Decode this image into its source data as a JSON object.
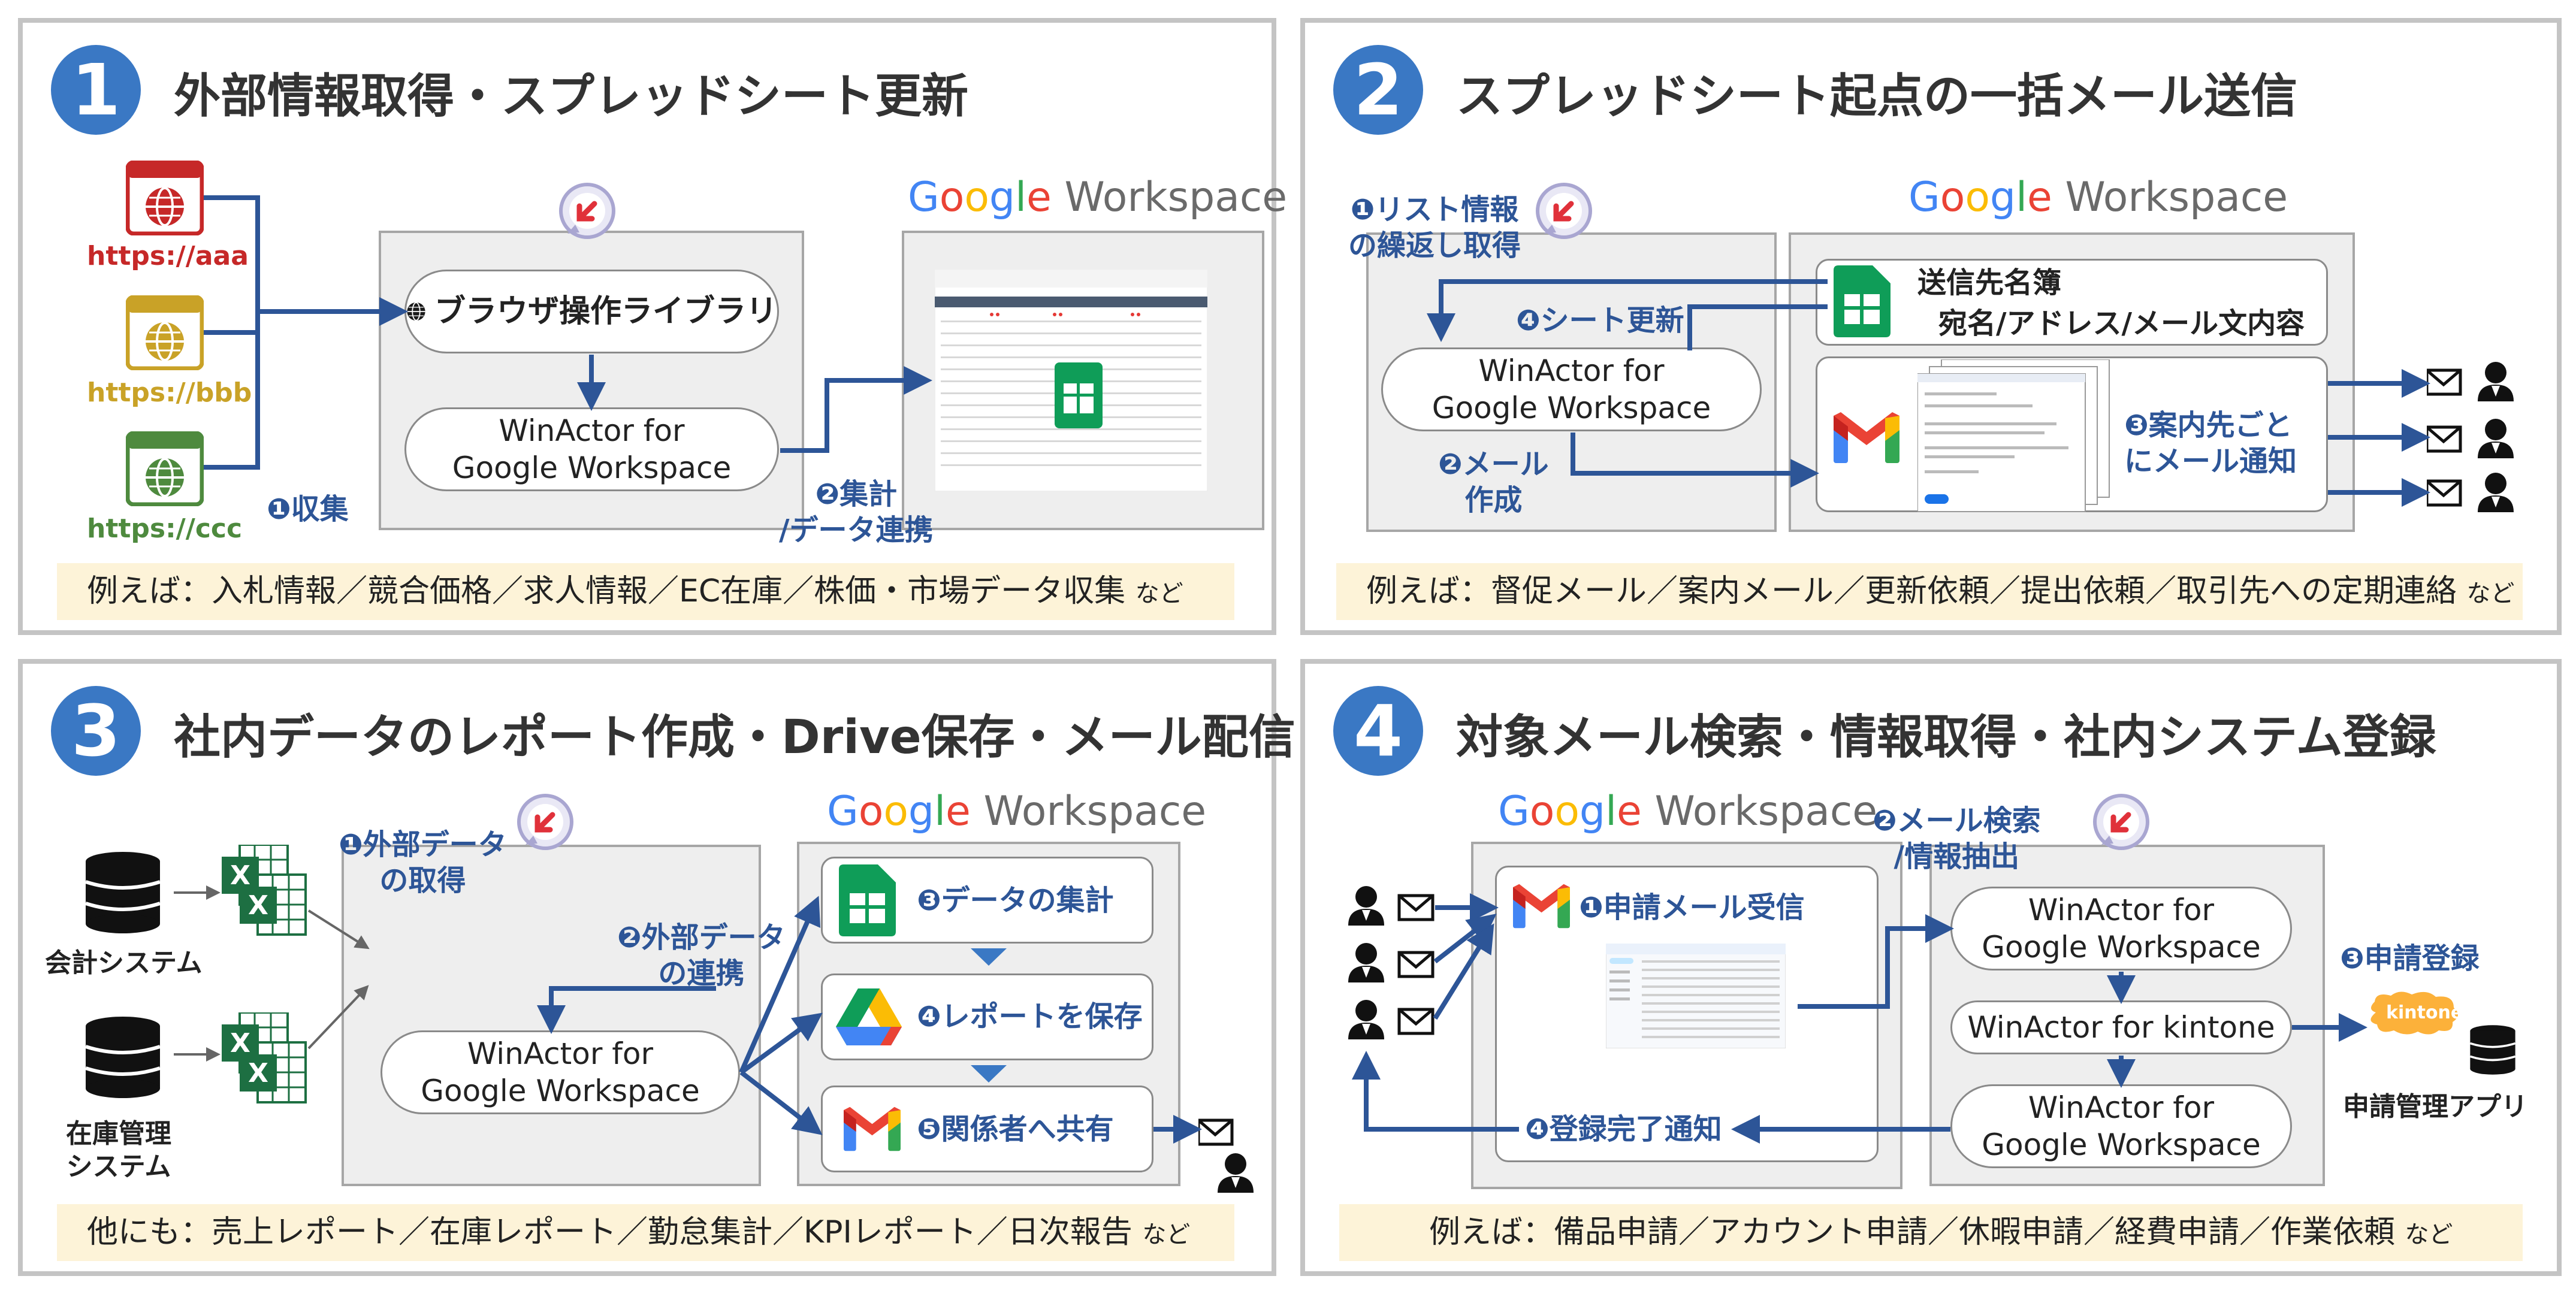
{
  "gw": {
    "G": "G",
    "o1": "o",
    "o2": "o",
    "g": "g",
    "l": "l",
    "e": "e",
    "workspace": "Workspace"
  },
  "p1": {
    "num": "1",
    "title": "外部情報取得・スプレッドシート更新",
    "urls": [
      "https://aaa",
      "https://bbb",
      "https://ccc"
    ],
    "lib": "ブラウザ操作ライブラリ",
    "winactor": "WinActor for\nGoogle Workspace",
    "collect": "❶収集",
    "aggregate": "❷集計\n/データ連携",
    "footer": "例えば：入札情報／競合価格／求人情報／EC在庫／株価・市場データ収集",
    "nado": "など"
  },
  "p2": {
    "num": "2",
    "title": "スプレッドシート起点の一括メール送信",
    "list": "❶リスト情報\nの繰返し取得",
    "sheet_update": "❹シート更新",
    "mail_create": "❷メール\n作成",
    "winactor": "WinActor for\nGoogle Workspace",
    "addr_title": "送信先名簿",
    "addr_sub": "宛名/アドレス/メール文内容",
    "notify": "❸案内先ごと\nにメール通知",
    "footer": "例えば：督促メール／案内メール／更新依頼／提出依頼／取引先への定期連絡",
    "nado": "など"
  },
  "p3": {
    "num": "3",
    "title": "社内データのレポート作成・Drive保存・メール配信",
    "acct": "会計システム",
    "inv": "在庫管理\nシステム",
    "get": "❶外部データ\nの取得",
    "link": "❷外部データ\nの連携",
    "winactor": "WinActor for\nGoogle Workspace",
    "s3": "❸データの集計",
    "s4": "❹レポートを保存",
    "s5": "❺関係者へ共有",
    "footer": "他にも：売上レポート／在庫レポート／勤怠集計／KPIレポート／日次報告",
    "nado": "など"
  },
  "p4": {
    "num": "4",
    "title": "対象メール検索・情報取得・社内システム登録",
    "receive": "❶申請メール受信",
    "search": "❷メール検索\n/情報抽出",
    "wa1": "WinActor for\nGoogle Workspace",
    "wak": "WinActor for kintone",
    "wa2": "WinActor for\nGoogle Workspace",
    "register": "❸申請登録",
    "kintone": "kintone",
    "app": "申請管理アプリ",
    "done": "❹登録完了通知",
    "footer": "例えば：備品申請／アカウント申請／休暇申請／経費申請／作業依頼",
    "nado": "など"
  }
}
